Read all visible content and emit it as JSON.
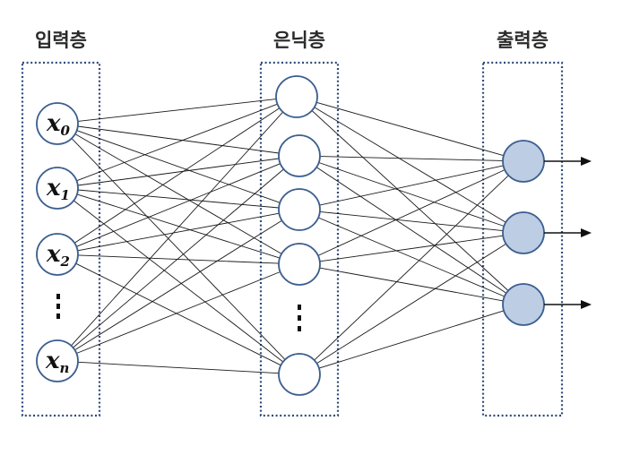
{
  "layers": {
    "input": {
      "title": "입력층"
    },
    "hidden": {
      "title": "은닉층"
    },
    "output": {
      "title": "출력층"
    }
  },
  "input_nodes": [
    {
      "var": "x",
      "sub": "0"
    },
    {
      "var": "x",
      "sub": "1"
    },
    {
      "var": "x",
      "sub": "2"
    },
    {
      "var": "x",
      "sub": "n"
    }
  ],
  "hidden_node_count_shown": 5,
  "output_node_count": 3,
  "colors": {
    "box_border": "#2e4a7a",
    "node_border": "#3c5f8f",
    "output_fill": "#bccde4",
    "connection": "#1a1a1a"
  }
}
